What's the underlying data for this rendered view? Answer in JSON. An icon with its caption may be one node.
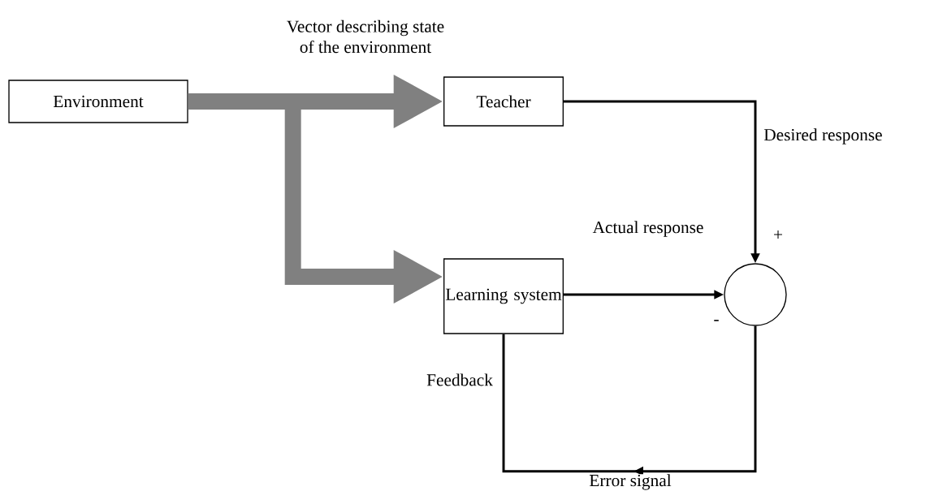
{
  "diagram": {
    "nodes": [
      {
        "text": [
          "Environment"
        ]
      },
      {
        "text": [
          "Teacher"
        ]
      },
      {
        "text": [
          "Learning system"
        ]
      },
      {
        "text": [],
        "shape": "circle"
      }
    ],
    "edges": [
      {
        "from": 0,
        "to": 1,
        "arrow": "to",
        "label": "Vector describing state of the environment",
        "style": "thick",
        "color": "#808080"
      },
      {
        "from": 0,
        "to": 2,
        "arrow": "to",
        "style": "thick",
        "color": "#808080"
      },
      {
        "from": 1,
        "to": 3,
        "arrow": "to",
        "label": "Desired response",
        "color": "#000000"
      },
      {
        "from": 2,
        "to": 3,
        "arrow": "to",
        "label": "Actual response",
        "color": "#000000"
      },
      {
        "from": 3,
        "to": 2,
        "arrow": "to",
        "label": "Error signal",
        "color": "#000000"
      }
    ],
    "labels": [
      "+",
      "-",
      "Feedback"
    ]
  }
}
